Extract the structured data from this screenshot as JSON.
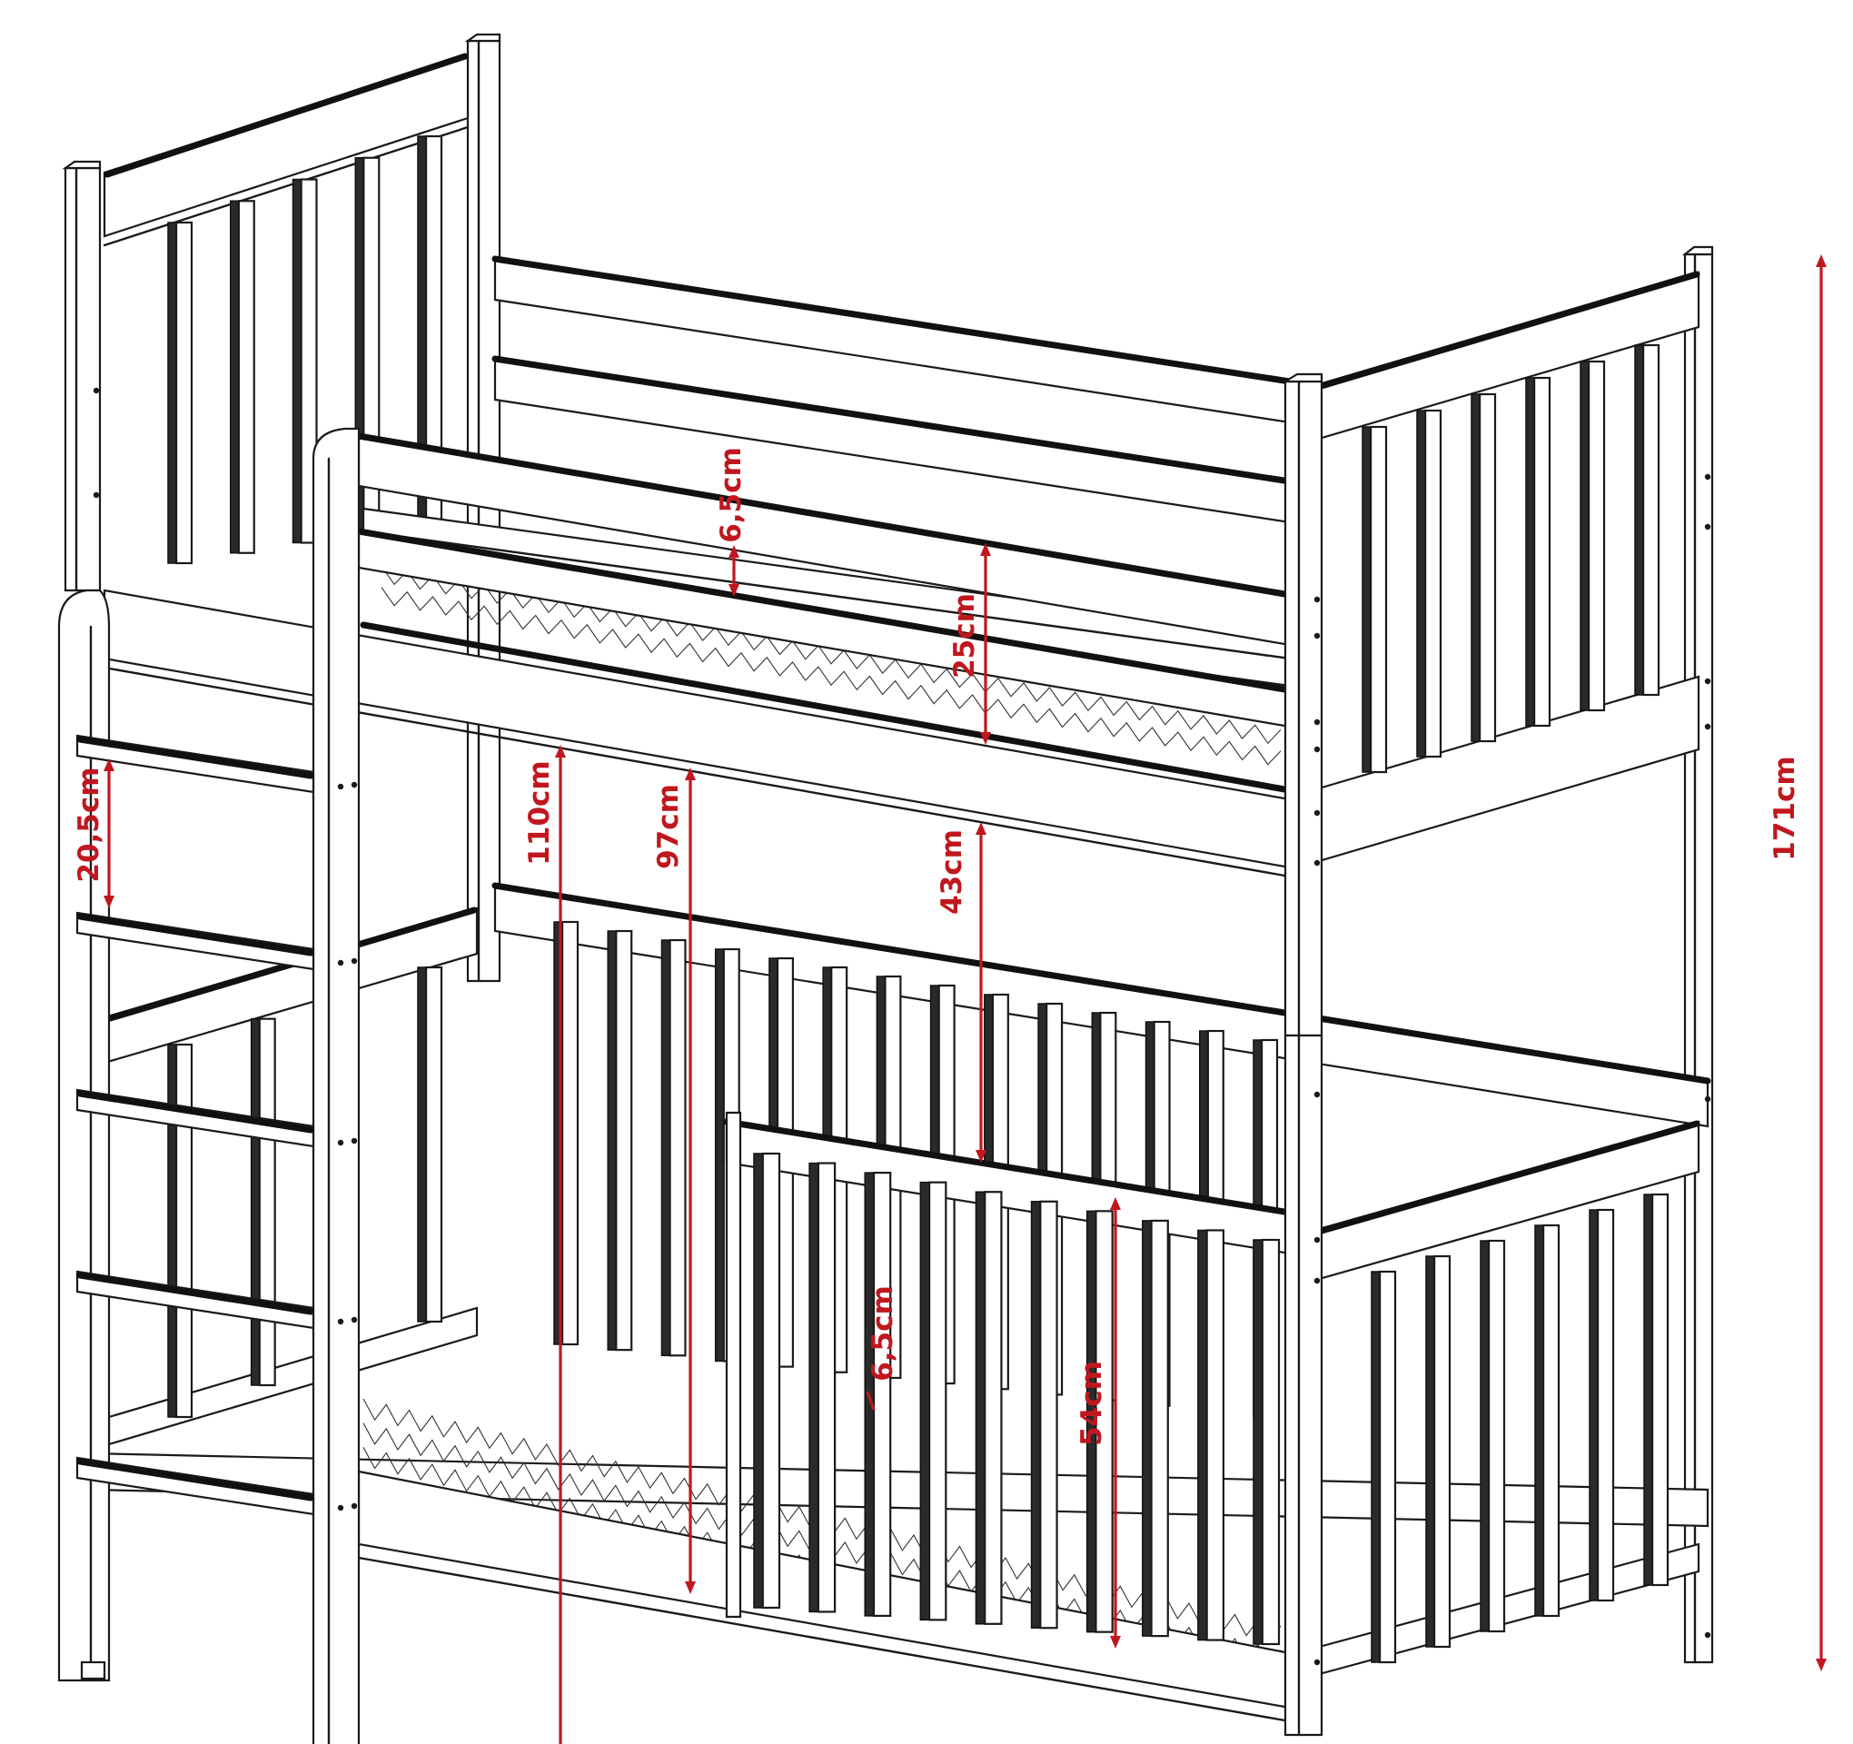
{
  "colors": {
    "drawing": "#1a1a1a",
    "dimension": "#c0171f",
    "background": "#ffffff"
  },
  "dimensions": {
    "total_height": "171cm",
    "upper_rail_gap": "6,5cm",
    "upper_guard_height": "25cm",
    "ladder_step_spacing": "20,5cm",
    "under_top_clearance_floor": "110cm",
    "under_top_clearance_mattress": "97cm",
    "between_beds_gap": "43cm",
    "lower_slat_gap": "6,5cm",
    "lower_guard_height": "54cm"
  }
}
